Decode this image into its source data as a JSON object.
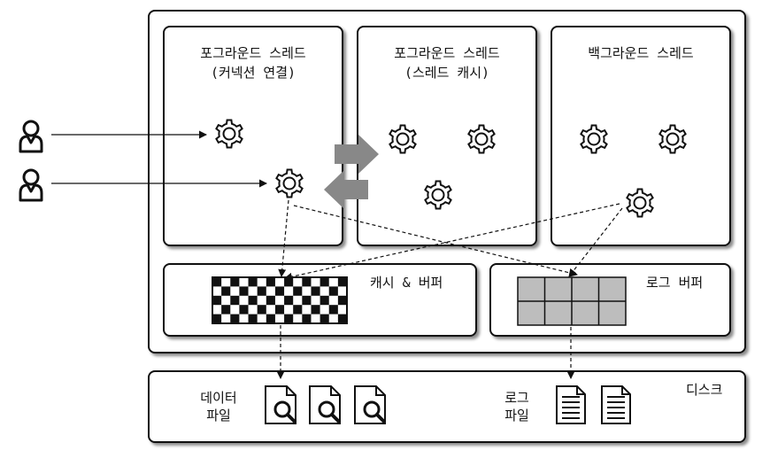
{
  "panels": {
    "fg_conn": {
      "line1": "포그라운드 스레드",
      "line2": "(커넥션 연결)"
    },
    "fg_cache": {
      "line1": "포그라운드 스레드",
      "line2": "(스레드 캐시)"
    },
    "bg": {
      "line1": "백그라운드 스레드"
    }
  },
  "buffers": {
    "cache": {
      "label": "캐시 & 버퍼"
    },
    "log": {
      "label": "로그 버퍼"
    }
  },
  "disk": {
    "label": "디스크",
    "data_files": {
      "line1": "데이터",
      "line2": "파일"
    },
    "log_files": {
      "line1": "로그",
      "line2": "파일"
    }
  },
  "icons": [
    "user-icon",
    "gear-icon",
    "arrow-right-icon",
    "arrow-left-icon",
    "search-document-icon",
    "text-document-icon"
  ],
  "colors": {
    "stroke": "#111111",
    "arrow": "#888888",
    "log_cell": "#bdbdbd"
  }
}
